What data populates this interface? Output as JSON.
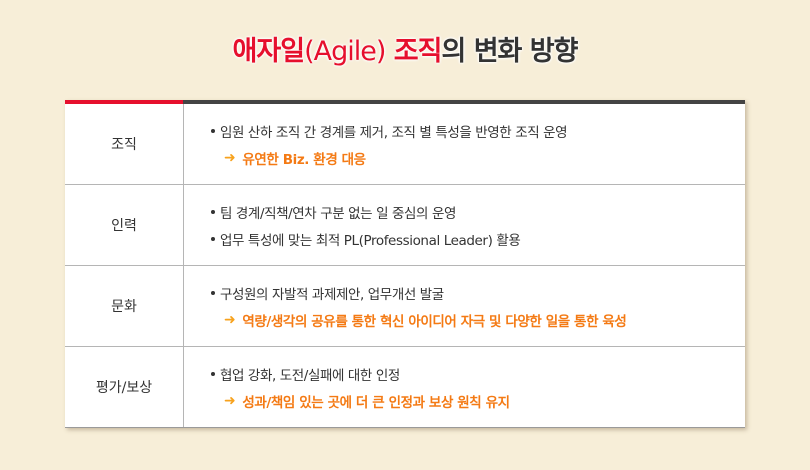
{
  "title": {
    "part1": "애자일",
    "part2": "(Agile)",
    "part3": "조직",
    "part4": "의 변화 방향"
  },
  "colors": {
    "accent_red": "#e60f2d",
    "highlight_orange": "#f47a14",
    "arrow_orange": "#f7a21d",
    "background": "#f7eed8"
  },
  "icons": {
    "arrow": "➜"
  },
  "rows": [
    {
      "label": "조직",
      "bullets": [
        "임원 산하 조직 간 경계를 제거, 조직 별 특성을 반영한 조직 운영"
      ],
      "result": "유연한 Biz. 환경 대응"
    },
    {
      "label": "인력",
      "bullets": [
        "팀 경계/직책/연차 구분 없는 일 중심의 운영",
        "업무 특성에 맞는 최적 PL(Professional Leader) 활용"
      ]
    },
    {
      "label": "문화",
      "bullets": [
        "구성원의 자발적 과제제안, 업무개선 발굴"
      ],
      "result": "역량/생각의 공유를 통한 혁신 아이디어 자극 및 다양한 일을 통한 육성"
    },
    {
      "label": "평가/보상",
      "bullets": [
        "협업 강화, 도전/실패에 대한 인정"
      ],
      "result": "성과/책임 있는 곳에 더 큰 인정과 보상 원칙 유지"
    }
  ]
}
